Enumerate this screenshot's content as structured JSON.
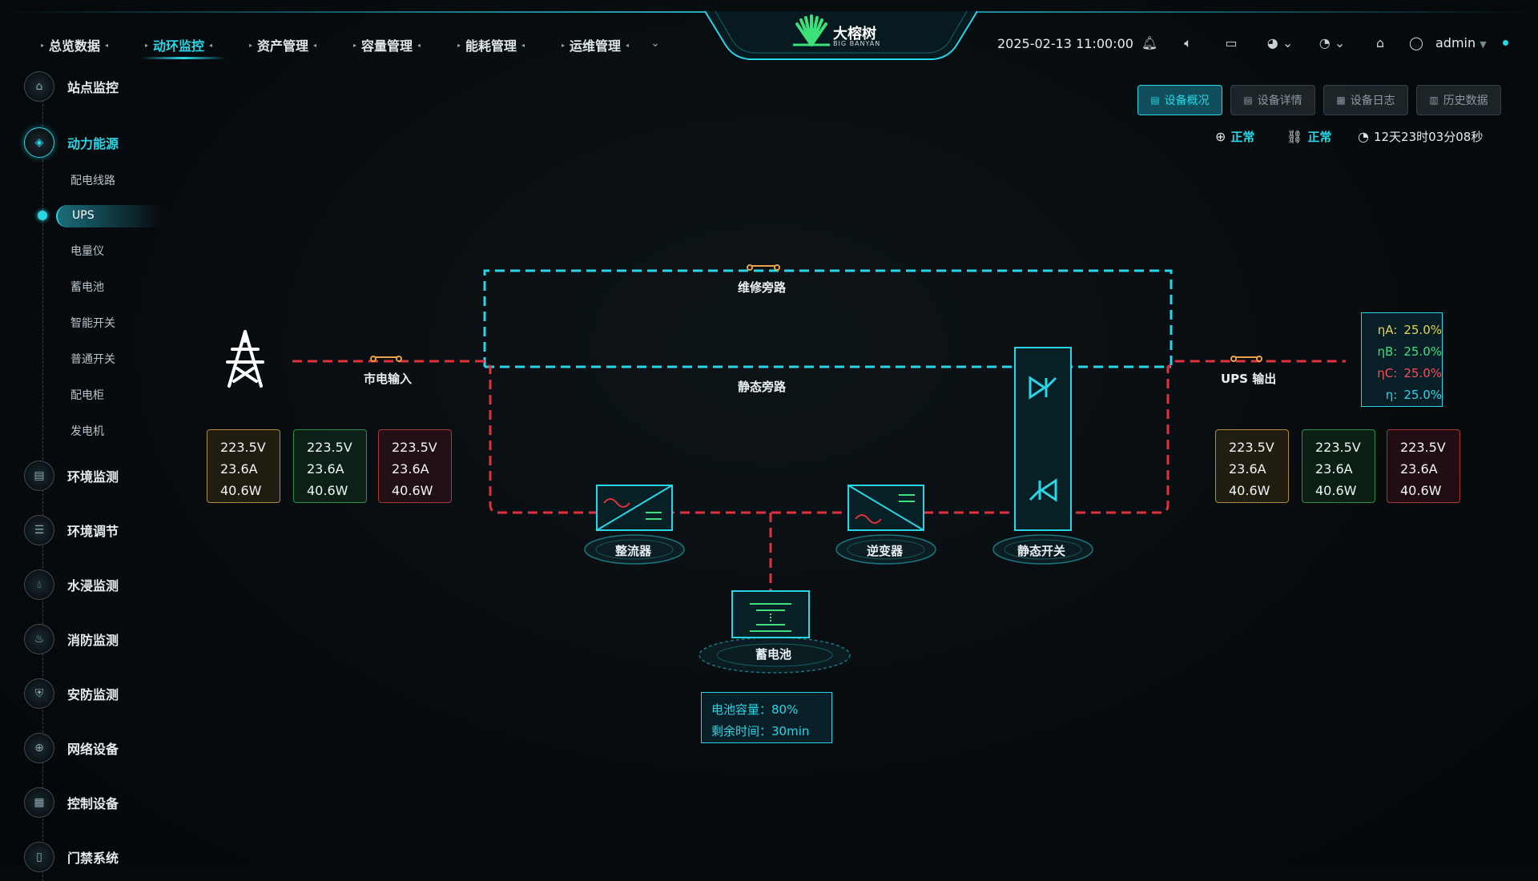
{
  "header": {
    "nav": [
      "总览数据",
      "动环监控",
      "资产管理",
      "容量管理",
      "能耗管理",
      "运维管理"
    ],
    "active_nav": 1,
    "logo_text": "大榕树",
    "logo_sub": "BIG BANYAN",
    "datetime": "2025-02-13 11:00:00",
    "user": "admin"
  },
  "sidebar": {
    "items": [
      {
        "label": "站点监控",
        "icon": "site-icon"
      },
      {
        "label": "动力能源",
        "icon": "cube-icon"
      },
      {
        "label": "环境监测",
        "icon": "monitor-icon"
      },
      {
        "label": "环境调节",
        "icon": "sliders-icon"
      },
      {
        "label": "水浸监测",
        "icon": "water-drop-icon"
      },
      {
        "label": "消防监测",
        "icon": "fire-icon"
      },
      {
        "label": "安防监测",
        "icon": "shield-icon"
      },
      {
        "label": "网络设备",
        "icon": "globe-icon"
      },
      {
        "label": "控制设备",
        "icon": "grid-icon"
      },
      {
        "label": "门禁系统",
        "icon": "door-icon"
      }
    ],
    "sub_items": [
      "配电线路",
      "UPS",
      "电量仪",
      "蓄电池",
      "智能开关",
      "普通开关",
      "配电柜",
      "发电机"
    ],
    "active_sub": "UPS"
  },
  "tabs": [
    "设备概况",
    "设备详情",
    "设备日志",
    "历史数据"
  ],
  "status": {
    "network": "正常",
    "link": "正常",
    "uptime": "12天23时03分08秒"
  },
  "diagram": {
    "maint_bypass": "维修旁路",
    "static_bypass": "静态旁路",
    "mains_input": "市电输入",
    "ups_output": "UPS 输出",
    "rectifier": "整流器",
    "inverter": "逆变器",
    "static_switch": "静态开关",
    "battery": "蓄电池",
    "input_boxes": [
      {
        "v": "223.5V",
        "a": "23.6A",
        "w": "40.6W"
      },
      {
        "v": "223.5V",
        "a": "23.6A",
        "w": "40.6W"
      },
      {
        "v": "223.5V",
        "a": "23.6A",
        "w": "40.6W"
      }
    ],
    "output_boxes": [
      {
        "v": "223.5V",
        "a": "23.6A",
        "w": "40.6W"
      },
      {
        "v": "223.5V",
        "a": "23.6A",
        "w": "40.6W"
      },
      {
        "v": "223.5V",
        "a": "23.6A",
        "w": "40.6W"
      }
    ],
    "efficiency": [
      {
        "k": "ηA:",
        "v": "25.0%",
        "color": "#e8d24a"
      },
      {
        "k": "ηB:",
        "v": "25.0%",
        "color": "#3ee07a"
      },
      {
        "k": "ηC:",
        "v": "25.0%",
        "color": "#ff4d57"
      },
      {
        "k": "η:",
        "v": "25.0%",
        "color": "#2ad6e6"
      }
    ],
    "battery_capacity_label": "电池容量：",
    "battery_capacity": "80%",
    "remaining_time_label": "剩余时间：",
    "remaining_time": "30min"
  },
  "colors": {
    "accent": "#2ad6e6",
    "line_red": "#e0323c"
  }
}
